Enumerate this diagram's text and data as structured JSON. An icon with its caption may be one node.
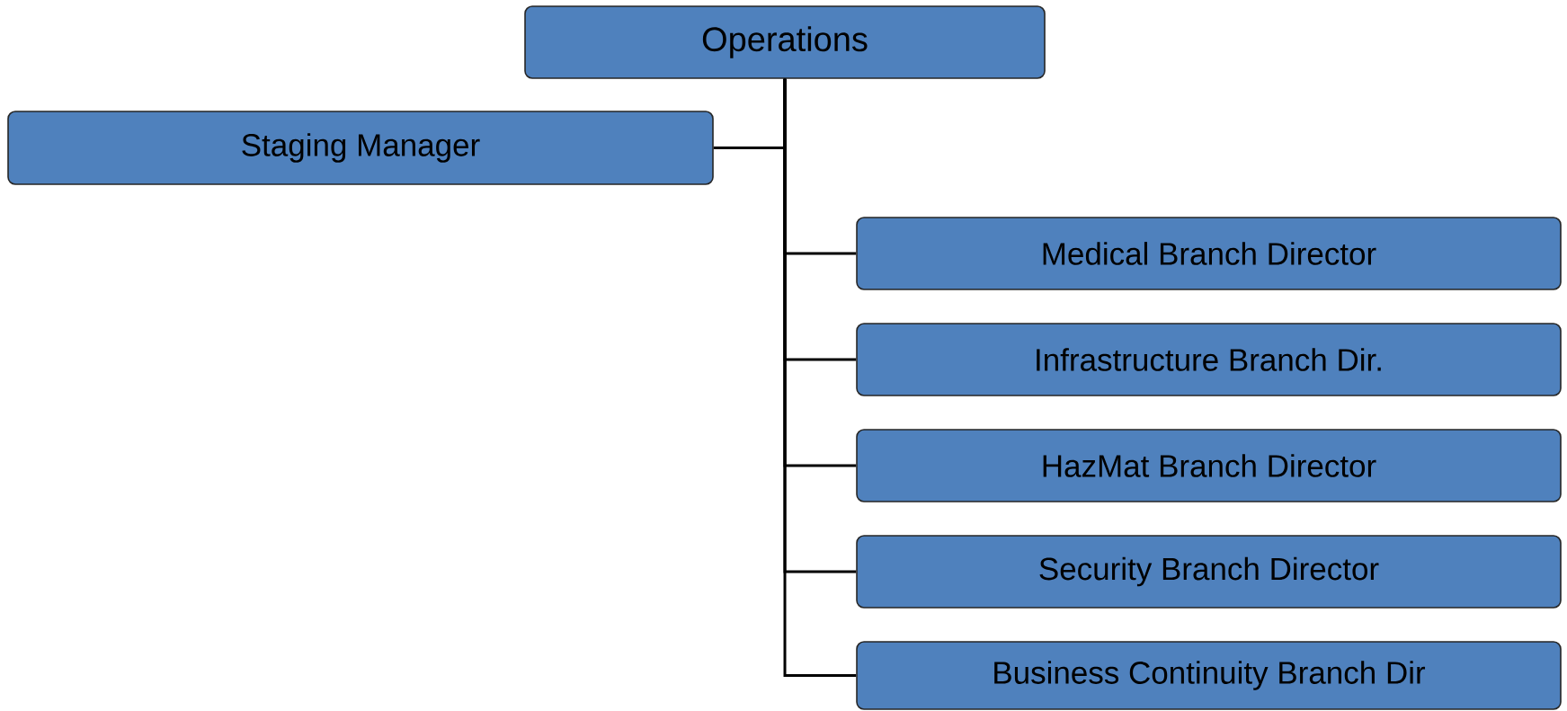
{
  "diagram": {
    "nodes": [
      {
        "text": [
          "Operations"
        ]
      },
      {
        "text": [
          "Staging Manager"
        ]
      },
      {
        "text": [
          "Medical Branch Director"
        ]
      },
      {
        "text": [
          "Infrastructure Branch Dir."
        ]
      },
      {
        "text": [
          "HazMat Branch Director"
        ]
      },
      {
        "text": [
          "Security Branch Director"
        ]
      },
      {
        "text": [
          "Business Continuity Branch Dir"
        ]
      }
    ],
    "edges": [
      {
        "from": 0,
        "to": 1,
        "arrow": "none"
      },
      {
        "from": 0,
        "to": 2,
        "arrow": "none"
      },
      {
        "from": 0,
        "to": 3,
        "arrow": "none"
      },
      {
        "from": 0,
        "to": 4,
        "arrow": "none"
      },
      {
        "from": 0,
        "to": 5,
        "arrow": "none"
      },
      {
        "from": 0,
        "to": 6,
        "arrow": "none"
      }
    ]
  }
}
